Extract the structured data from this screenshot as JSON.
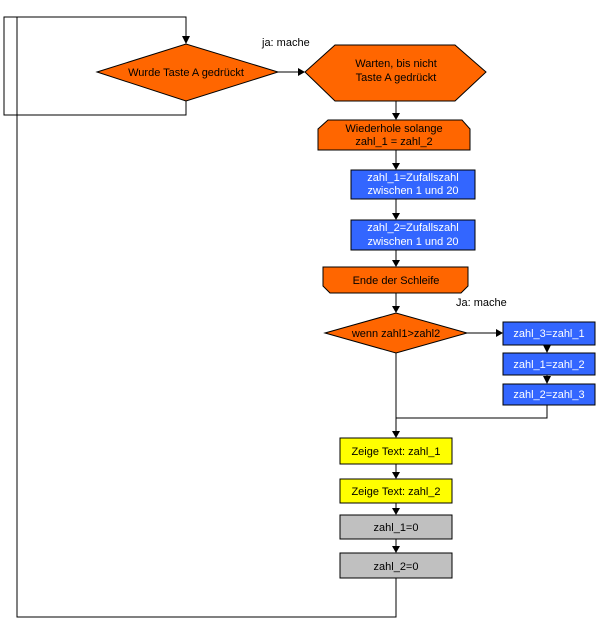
{
  "colors": {
    "decision": "#ff6600",
    "loop": "#ff6600",
    "process_blue": "#3366ff",
    "display_yellow": "#ffff00",
    "assign_gray": "#c0c0c0",
    "lines": "#000000"
  },
  "nodes": {
    "decision_taste": "Wurde Taste A gedrückt",
    "wait_line1": "Warten, bis nicht",
    "wait_line2": "Taste A gedrückt",
    "loop_start_line1": "Wiederhole solange",
    "loop_start_line2": "zahl_1 = zahl_2",
    "random1_line1": "zahl_1=Zufallszahl",
    "random1_line2": "zwischen 1 und 20",
    "random2_line1": "zahl_2=Zufallszahl",
    "random2_line2": "zwischen 1 und 20",
    "loop_end": "Ende der Schleife",
    "decision_compare": "wenn zahl1>zahl2",
    "swap1": "zahl_3=zahl_1",
    "swap2": "zahl_1=zahl_2",
    "swap3": "zahl_2=zahl_3",
    "show1": "Zeige Text: zahl_1",
    "show2": "Zeige Text: zahl_2",
    "reset1": "zahl_1=0",
    "reset2": "zahl_2=0"
  },
  "edge_labels": {
    "yes_top": "ja: mache",
    "yes_compare": "Ja: mache"
  }
}
